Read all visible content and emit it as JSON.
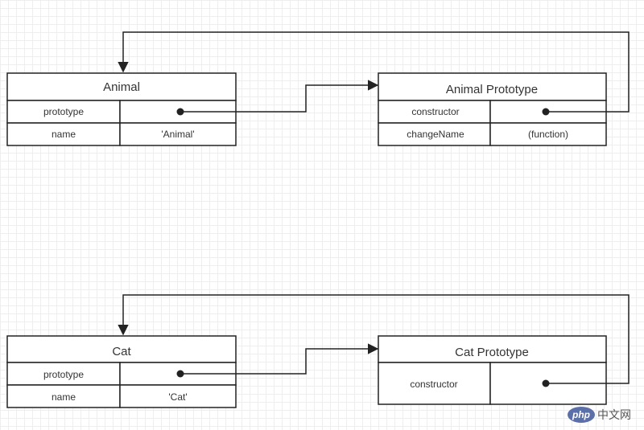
{
  "animal": {
    "title": "Animal",
    "rows": [
      {
        "key": "prototype",
        "value": ""
      },
      {
        "key": "name",
        "value": "'Animal'"
      }
    ]
  },
  "animal_prototype": {
    "title": "Animal Prototype",
    "rows": [
      {
        "key": "constructor",
        "value": ""
      },
      {
        "key": "changeName",
        "value": "(function)"
      }
    ]
  },
  "cat": {
    "title": "Cat",
    "rows": [
      {
        "key": "prototype",
        "value": ""
      },
      {
        "key": "name",
        "value": "'Cat'"
      }
    ]
  },
  "cat_prototype": {
    "title": "Cat Prototype",
    "rows": [
      {
        "key": "constructor",
        "value": ""
      }
    ]
  },
  "watermark": {
    "logo": "php",
    "text": "中文网"
  }
}
